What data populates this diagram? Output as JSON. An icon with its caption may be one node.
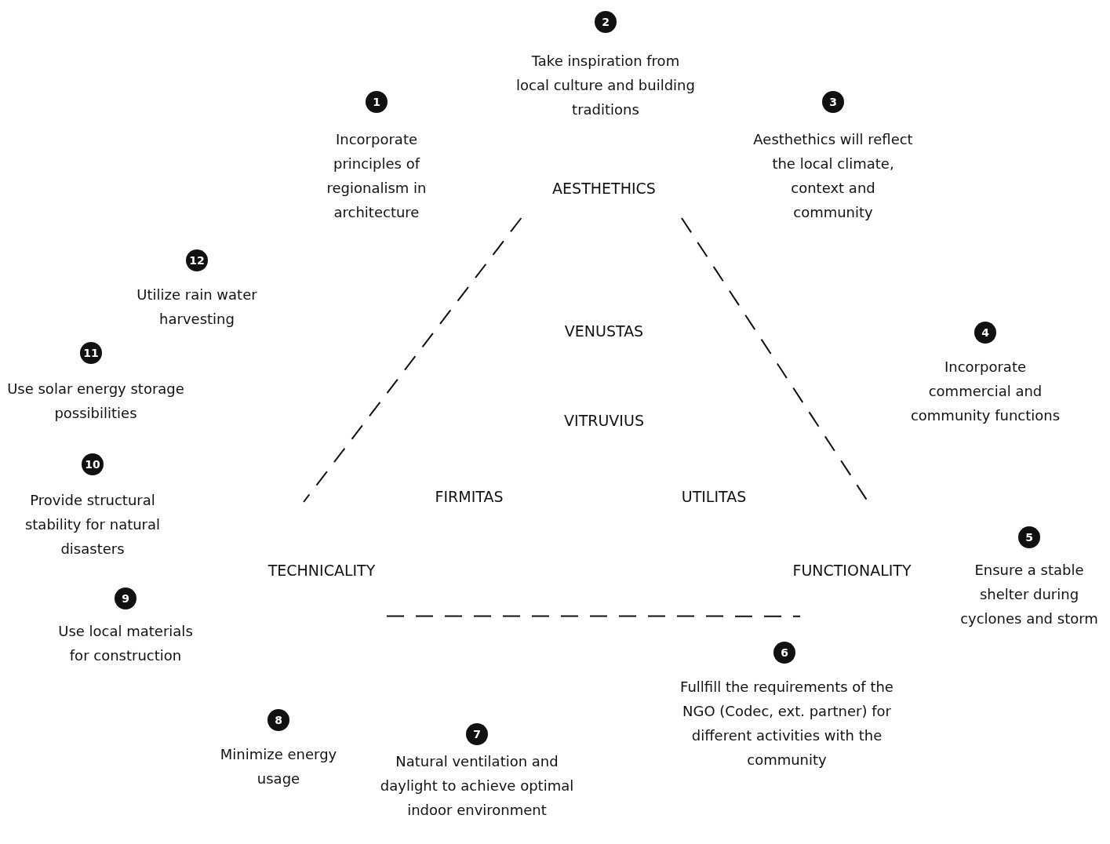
{
  "diagram": {
    "nodes": [
      {
        "text": [
          "AESTHETHICS"
        ]
      },
      {
        "text": [
          "TECHNICALITY"
        ]
      },
      {
        "text": [
          "FUNCTIONALITY"
        ]
      }
    ],
    "edges": [
      {
        "from": 0,
        "to": 1,
        "arrow": "none",
        "style": "dashed"
      },
      {
        "from": 0,
        "to": 2,
        "arrow": "none",
        "style": "dashed"
      },
      {
        "from": 1,
        "to": 2,
        "arrow": "none",
        "style": "dashed"
      }
    ],
    "labels": [
      "2",
      "Take inspiration from local culture and building traditions",
      "1",
      "Incorporate principles of regionalism in architecture",
      "3",
      "Aesthethics will reflect the local climate, context and community",
      "12",
      "Utilize rain water harvesting",
      "VENUSTAS",
      "4",
      "Incorporate commercial and community functions",
      "11",
      "Use solar energy storage possibilities",
      "VITRUVIUS",
      "10",
      "Provide structural stability for natural disasters",
      "FIRMITAS",
      "UTILITAS",
      "5",
      "Ensure a stable shelter during cyclones and storm",
      "9",
      "Use local materials for construction",
      "6",
      "Fullfill the requirements of the NGO (Codec, ext. partner) for different activities with the community",
      "8",
      "Minimize energy usage",
      "7",
      "Natural ventilation and daylight to achieve optimal indoor environment"
    ]
  }
}
